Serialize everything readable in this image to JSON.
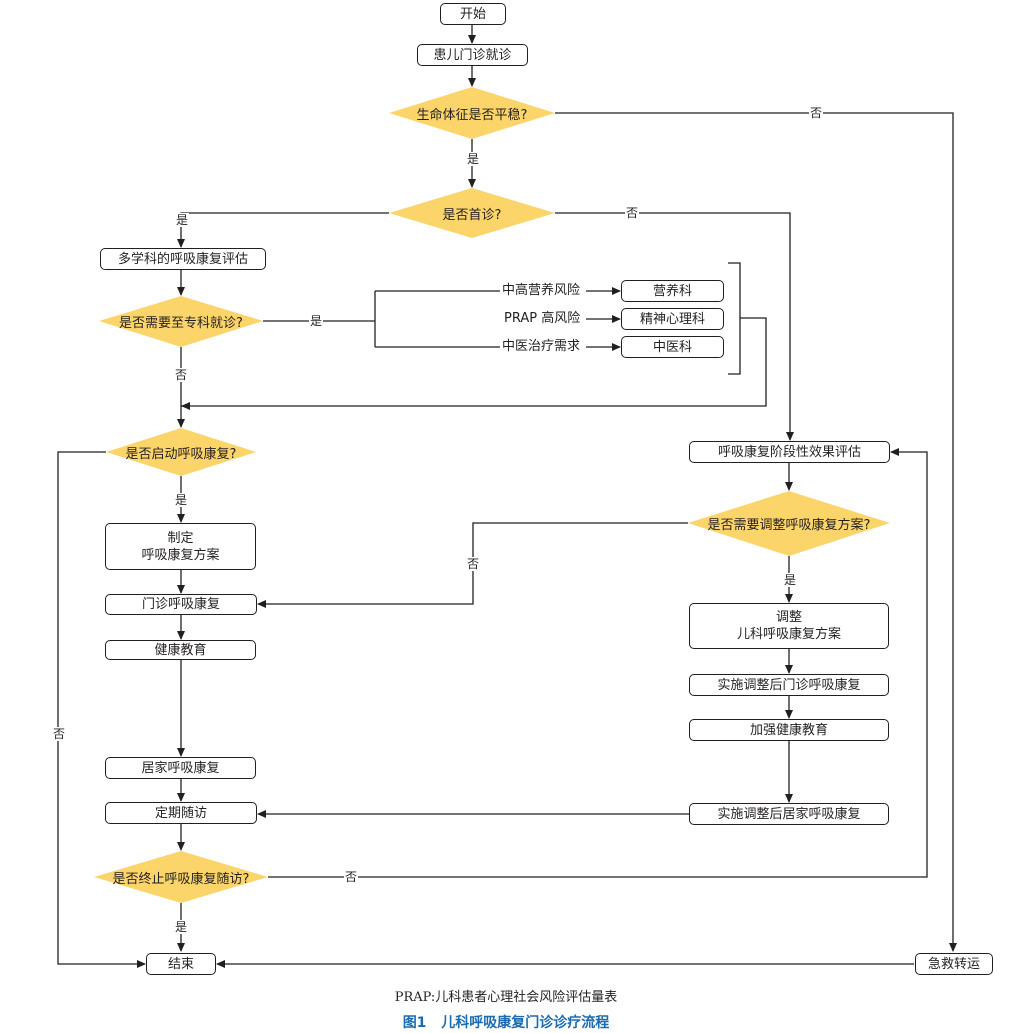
{
  "nodes": {
    "start": "开始",
    "visit": "患儿门诊就诊",
    "vitals_q": "生命体征是否平稳?",
    "first_q": "是否首诊?",
    "mdt_eval": "多学科的呼吸康复评估",
    "specialist_q": "是否需要至专科就诊?",
    "nutrition_risk": "中高营养风险",
    "prap_risk": "PRAP 高风险",
    "tcm_need": "中医治疗需求",
    "nutrition_dept": "营养科",
    "psych_dept": "精神心理科",
    "tcm_dept": "中医科",
    "start_rehab_q": "是否启动呼吸康复?",
    "make_plan_line1": "制定",
    "make_plan_line2": "呼吸康复方案",
    "outpatient_rehab": "门诊呼吸康复",
    "health_edu": "健康教育",
    "home_rehab": "居家呼吸康复",
    "followup": "定期随访",
    "terminate_q": "是否终止呼吸康复随访?",
    "end": "结束",
    "stage_eval": "呼吸康复阶段性效果评估",
    "adjust_q": "是否需要调整呼吸康复方案?",
    "adjust_line1": "调整",
    "adjust_line2": "儿科呼吸康复方案",
    "impl_outpatient": "实施调整后门诊呼吸康复",
    "strengthen_edu": "加强健康教育",
    "impl_home": "实施调整后居家呼吸康复",
    "emergency": "急救转运"
  },
  "edge_labels": {
    "vitals_no": "否",
    "vitals_yes": "是",
    "first_yes": "是",
    "first_no": "否",
    "specialist_yes": "是",
    "specialist_no": "否",
    "start_rehab_yes": "是",
    "start_rehab_no": "否",
    "adjust_no": "否",
    "adjust_yes": "是",
    "terminate_no": "否",
    "terminate_yes": "是"
  },
  "footnote": "PRAP:儿科患者心理社会风险评估量表",
  "caption": "图1 儿科呼吸康复门诊诊疗流程",
  "colors": {
    "decision_fill": "#fbd56a",
    "line": "#231f20",
    "caption": "#1c6bb0"
  }
}
